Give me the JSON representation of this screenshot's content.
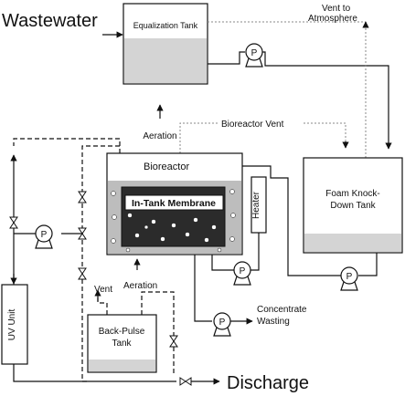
{
  "labels": {
    "wastewater": "Wastewater",
    "equalization_tank": "Equalization Tank",
    "vent_to_atmosphere_1": "Vent to",
    "vent_to_atmosphere_2": "Atmosphere",
    "aeration_top": "Aeration",
    "bioreactor_vent": "Bioreactor Vent",
    "bioreactor": "Bioreactor",
    "in_tank_membrane": "In-Tank Membrane",
    "heater": "Heater",
    "foam_tank_1": "Foam Knock-",
    "foam_tank_2": "Down Tank",
    "uv_unit": "UV Unit",
    "vent": "Vent",
    "aeration_bottom": "Aeration",
    "back_pulse_1": "Back-Pulse",
    "back_pulse_2": "Tank",
    "concentrate_1": "Concentrate",
    "concentrate_2": "Wasting",
    "discharge": "Discharge",
    "pump_symbol": "P"
  },
  "colors": {
    "liquid": "#d4d4d4",
    "bioreactor_fill": "#bdbdbd",
    "membrane_fill": "#2b2b2b",
    "line": "#111111"
  }
}
